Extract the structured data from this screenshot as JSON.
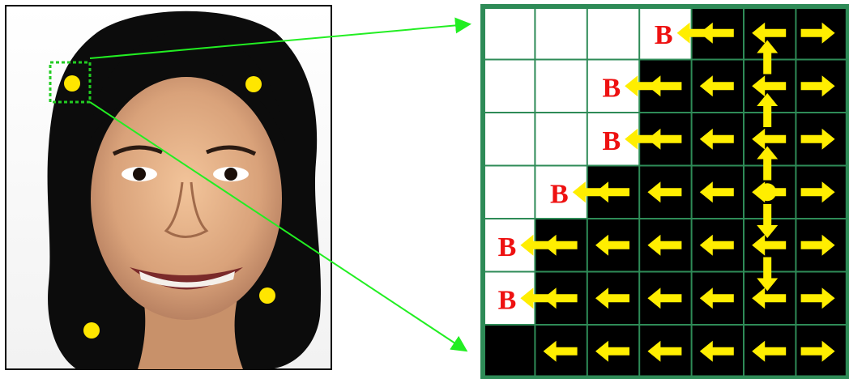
{
  "figure": {
    "photo": {
      "description_icon": "face-photo-icon",
      "seed_point_color": "#ffe600",
      "seed_points_count": 4,
      "selection_box_color": "#22cc22"
    },
    "grid": {
      "rows": 7,
      "cols": 7,
      "boundary_label": "B",
      "boundary_label_color": "#ee1111",
      "border_color": "#2e8b57",
      "grid_line_color": "#2e8b57",
      "foreground_color": "#000000",
      "background_color": "#ffffff",
      "arrow_color": "#ffee00",
      "connector_color": "#22ee22",
      "cells": [
        [
          "w",
          "w",
          "w",
          "B",
          "L",
          "L",
          "R"
        ],
        [
          "w",
          "w",
          "B",
          "L",
          "L",
          "L",
          "R"
        ],
        [
          "w",
          "w",
          "B",
          "L",
          "L",
          "L",
          "R"
        ],
        [
          "w",
          "B",
          "L",
          "L",
          "L",
          "L",
          "R"
        ],
        [
          "B",
          "L",
          "L",
          "L",
          "L",
          "L",
          "R"
        ],
        [
          "B",
          "L",
          "L",
          "L",
          "L",
          "L",
          "R"
        ],
        [
          "k",
          "L",
          "L",
          "L",
          "L",
          "L",
          "R"
        ]
      ],
      "vertical_arrows_up_rows": [
        0,
        1,
        2
      ],
      "vertical_arrows_down_rows": [
        4,
        5
      ],
      "seed_cell": [
        3,
        5
      ]
    }
  }
}
